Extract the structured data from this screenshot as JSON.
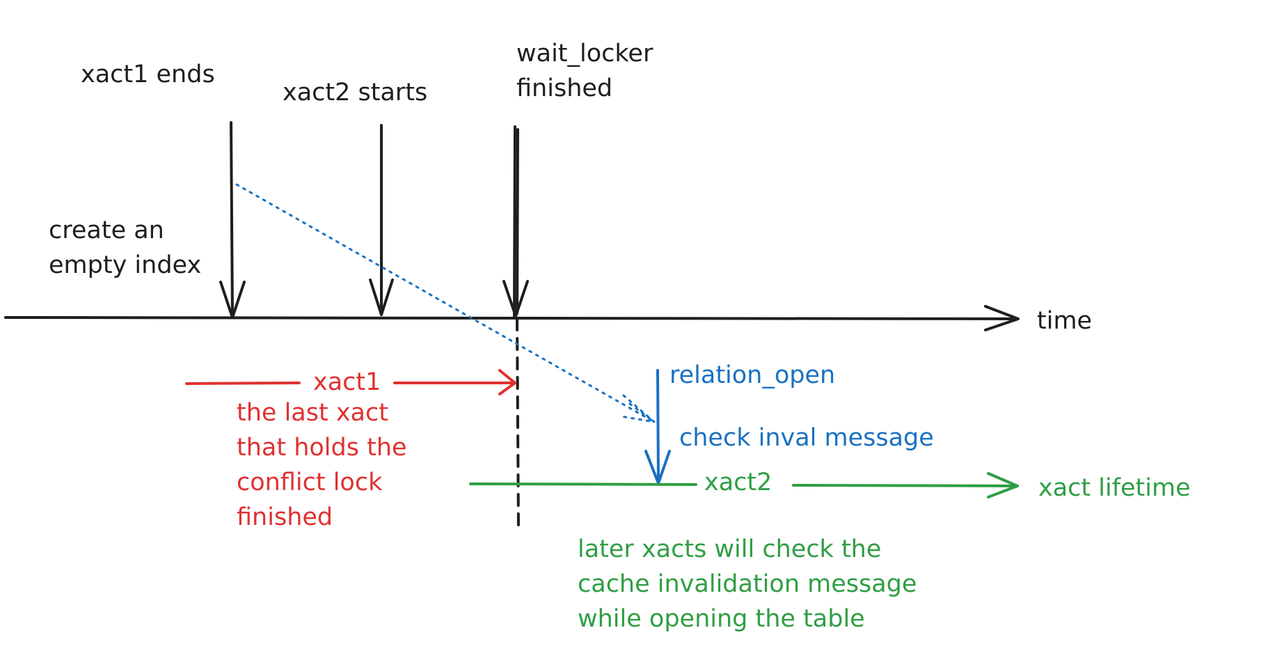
{
  "colors": {
    "black": "#1e1e1e",
    "red": "#e03131",
    "blue": "#1971c2",
    "green": "#2f9e44"
  },
  "labels": {
    "xact1_ends": "xact1 ends",
    "xact2_starts": "xact2 starts",
    "wait_locker_finished": "wait_locker\nfinished",
    "create_empty_index": "create an\nempty index",
    "time": "time",
    "xact1": "xact1",
    "last_xact_note": "the last xact\nthat holds the\nconflict lock\nfinished",
    "relation_open": "relation_open",
    "check_inval_message": "check inval message",
    "xact2": "xact2",
    "xact_lifetime": "xact lifetime",
    "later_xacts_note": "later xacts will check the\ncache invalidation message\nwhile opening the table"
  }
}
